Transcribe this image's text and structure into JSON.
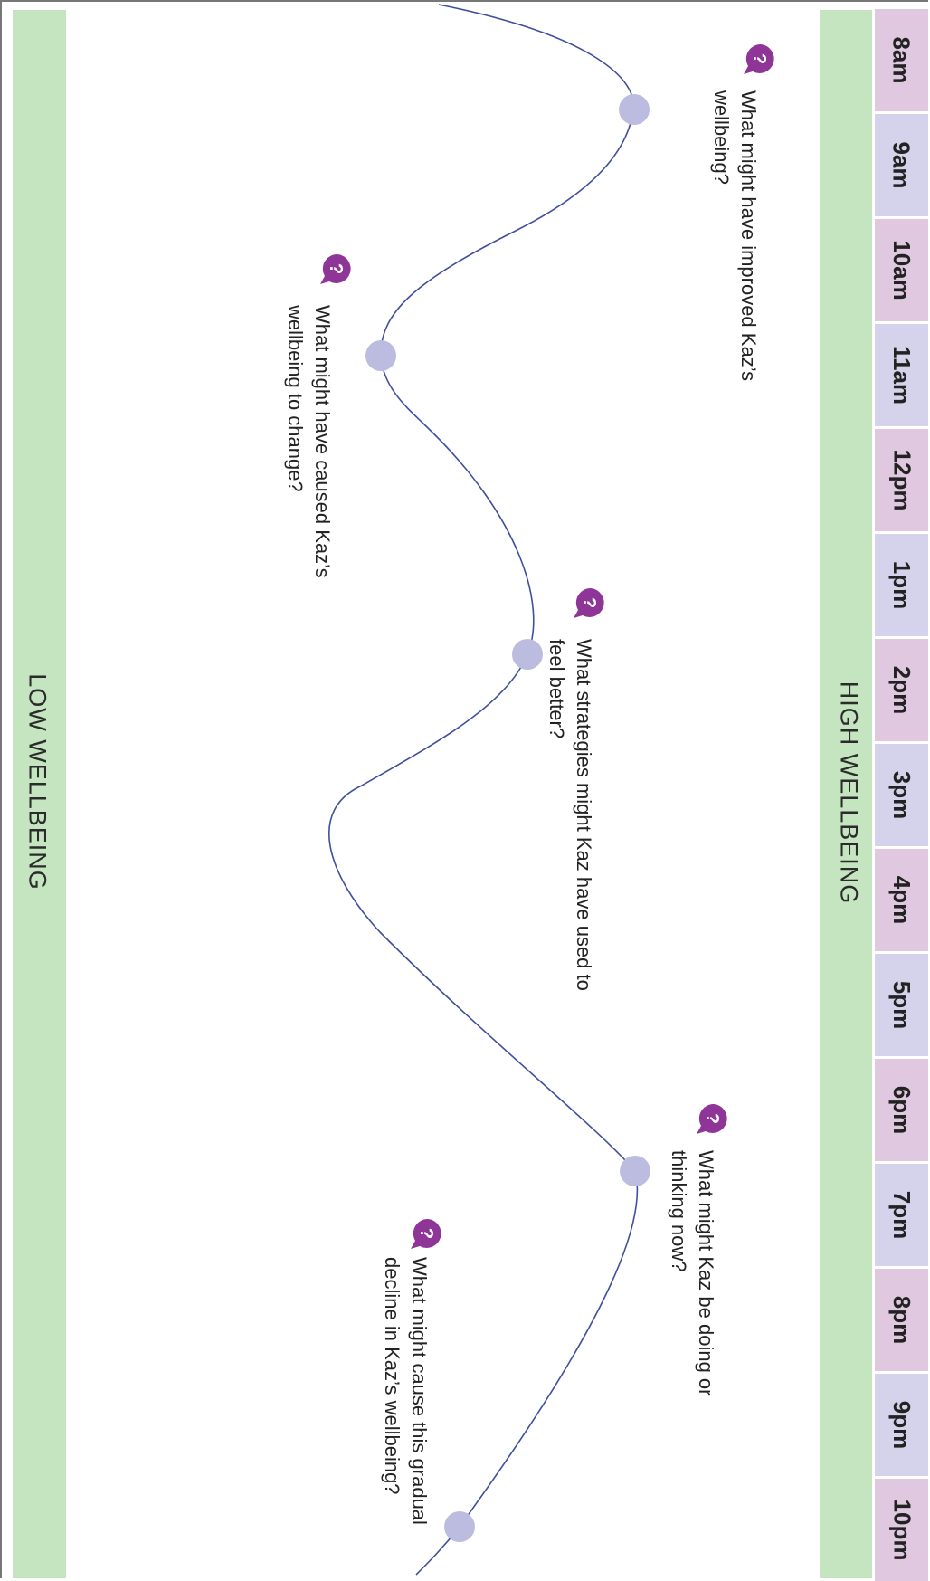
{
  "time_slots": [
    "8am",
    "9am",
    "10am",
    "11am",
    "12pm",
    "1pm",
    "2pm",
    "3pm",
    "4pm",
    "5pm",
    "6pm",
    "7pm",
    "8pm",
    "9pm",
    "10pm"
  ],
  "bands": {
    "high_label": "HIGH WELLBEING",
    "low_label": "LOW WELLBEING"
  },
  "questions": [
    "What might have improved Kaz’s wellbeing?",
    "What might have caused Kaz’s wellbeing to change?",
    "What strategies might Kaz have used to feel better?",
    "What might Kaz be doing or thinking now?",
    "What might cause this gradual decline in Kaz’s wellbeing?"
  ],
  "question_icon": {
    "name": "question-bubble-icon",
    "glyph": "?"
  },
  "colors": {
    "band_green": "#c5e4c0",
    "time_pink": "#e1c8e1",
    "time_lavender": "#d5d3eb",
    "curve_blue": "#3f4f9b",
    "marker_lavender": "#bcbce0",
    "icon_purple": "#8e3597"
  }
}
